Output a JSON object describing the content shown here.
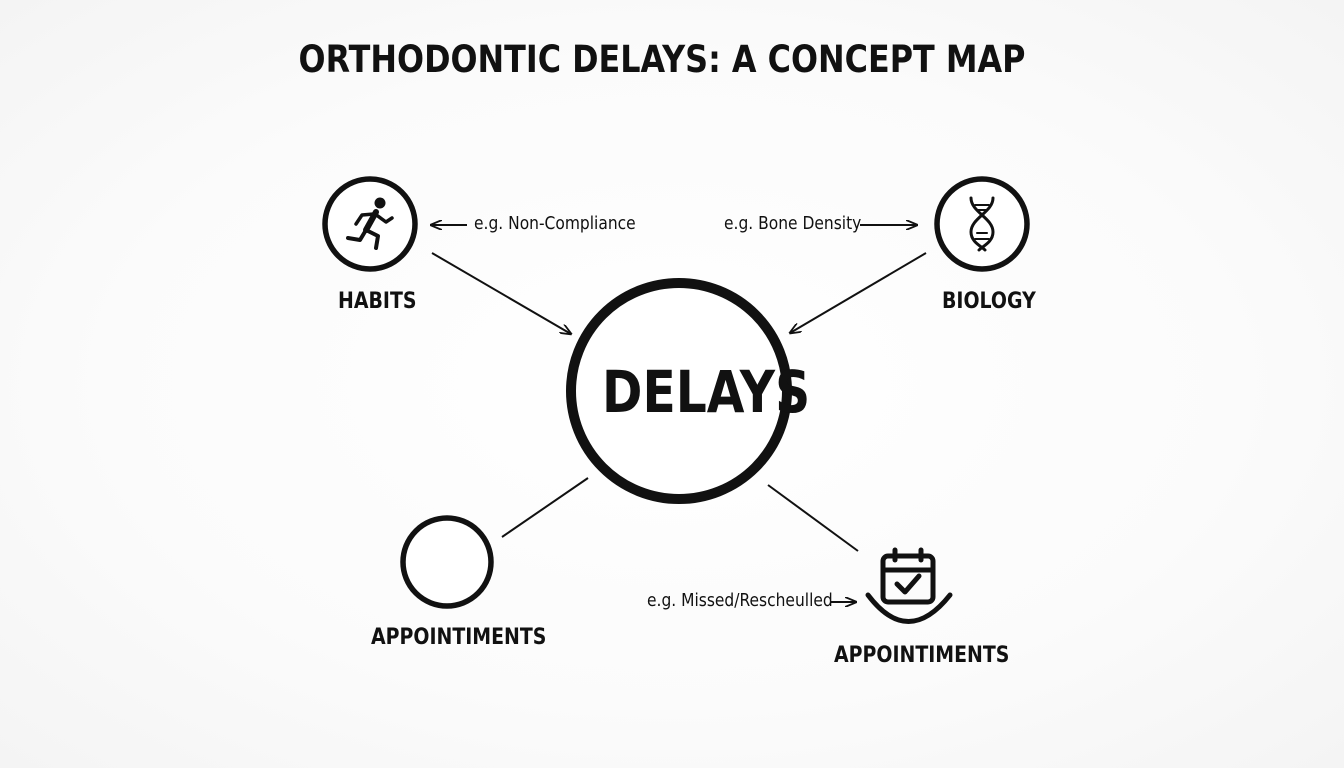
{
  "title": "ORTHODONTIC DELAYS: A CONCEPT MAP",
  "center": {
    "label": "DELAYS"
  },
  "nodes": {
    "habits": {
      "label": "HABITS",
      "example": "e.g. Non-Compliance",
      "icon": "running-person-icon"
    },
    "biology": {
      "label": "BIOLOGY",
      "example": "e.g. Bone Density",
      "icon": "dna-icon"
    },
    "appointments_left": {
      "label": "APPOINTIMENTS",
      "icon": "empty-circle"
    },
    "appointments_right": {
      "label": "APPOINTIMENTS",
      "example": "e.g. Missed/Rescheulled",
      "icon": "calendar-check-icon"
    }
  },
  "colors": {
    "ink": "#111111",
    "background": "#fafafa"
  }
}
